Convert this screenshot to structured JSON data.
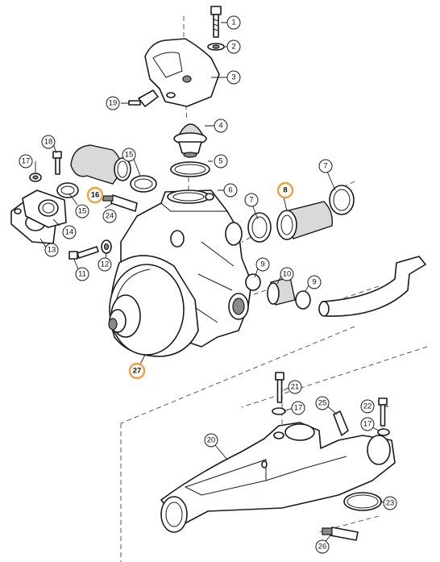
{
  "highlight_color": "#f0a040",
  "callouts": [
    {
      "id": "c1",
      "label": "1",
      "highlighted": false
    },
    {
      "id": "c2",
      "label": "2",
      "highlighted": false
    },
    {
      "id": "c3",
      "label": "3",
      "highlighted": false
    },
    {
      "id": "c19",
      "label": "19",
      "highlighted": false
    },
    {
      "id": "c4",
      "label": "4",
      "highlighted": false
    },
    {
      "id": "c5",
      "label": "5",
      "highlighted": false
    },
    {
      "id": "c18",
      "label": "18",
      "highlighted": false
    },
    {
      "id": "c17a",
      "label": "17",
      "highlighted": false
    },
    {
      "id": "c15a",
      "label": "15",
      "highlighted": false
    },
    {
      "id": "c6a",
      "label": "6",
      "highlighted": false
    },
    {
      "id": "c6b",
      "label": "6",
      "highlighted": false
    },
    {
      "id": "c16",
      "label": "16",
      "highlighted": true
    },
    {
      "id": "c8",
      "label": "8",
      "highlighted": true
    },
    {
      "id": "c7a",
      "label": "7",
      "highlighted": false
    },
    {
      "id": "c7b",
      "label": "7",
      "highlighted": false
    },
    {
      "id": "c24",
      "label": "24",
      "highlighted": false
    },
    {
      "id": "c15b",
      "label": "15",
      "highlighted": false
    },
    {
      "id": "c14",
      "label": "14",
      "highlighted": false
    },
    {
      "id": "c13",
      "label": "13",
      "highlighted": false
    },
    {
      "id": "c12",
      "label": "12",
      "highlighted": false
    },
    {
      "id": "c11",
      "label": "11",
      "highlighted": false
    },
    {
      "id": "c9a",
      "label": "9",
      "highlighted": false
    },
    {
      "id": "c10",
      "label": "10",
      "highlighted": false
    },
    {
      "id": "c9b",
      "label": "9",
      "highlighted": false
    },
    {
      "id": "c27",
      "label": "27",
      "highlighted": true
    },
    {
      "id": "c21",
      "label": "21",
      "highlighted": false
    },
    {
      "id": "c17b",
      "label": "17",
      "highlighted": false
    },
    {
      "id": "c25",
      "label": "25",
      "highlighted": false
    },
    {
      "id": "c22",
      "label": "22",
      "highlighted": false
    },
    {
      "id": "c17c",
      "label": "17",
      "highlighted": false
    },
    {
      "id": "c20",
      "label": "20",
      "highlighted": false
    },
    {
      "id": "c23",
      "label": "23",
      "highlighted": false
    },
    {
      "id": "c26",
      "label": "26",
      "highlighted": false
    }
  ]
}
